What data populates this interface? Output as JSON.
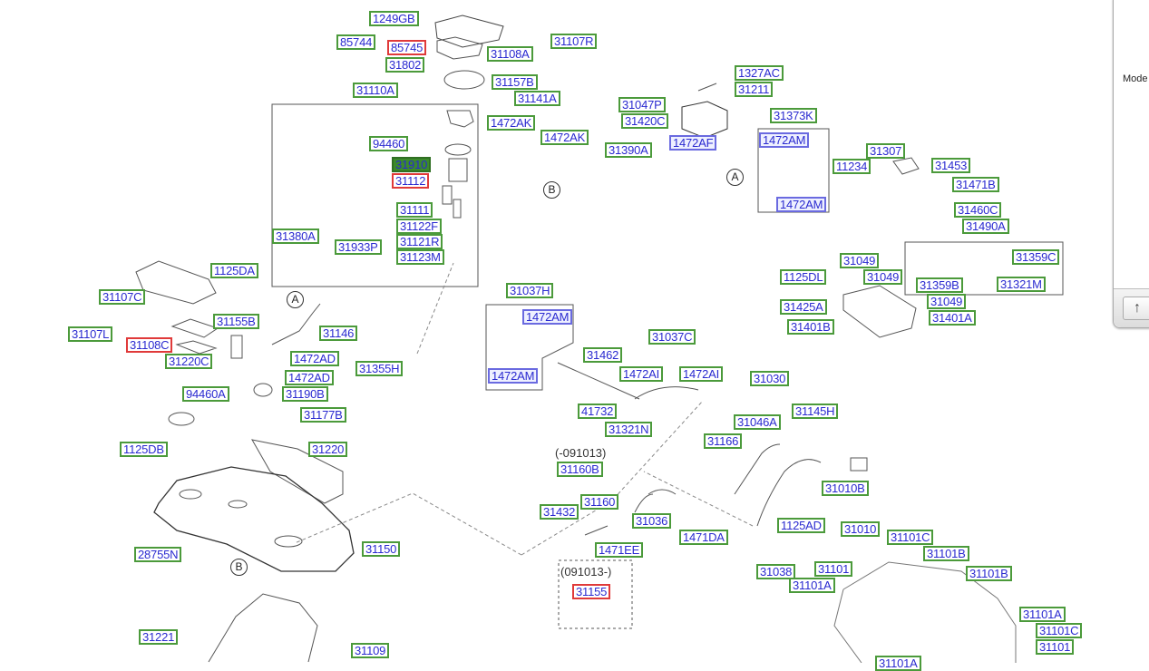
{
  "diagram": {
    "labels": [
      {
        "text": "1249GB",
        "style": "normal"
      },
      {
        "text": "85744",
        "style": "normal"
      },
      {
        "text": "85745",
        "style": "red"
      },
      {
        "text": "31108A",
        "style": "normal"
      },
      {
        "text": "31107R",
        "style": "normal"
      },
      {
        "text": "31802",
        "style": "normal"
      },
      {
        "text": "31157B",
        "style": "normal"
      },
      {
        "text": "31110A",
        "style": "normal"
      },
      {
        "text": "31141A",
        "style": "normal"
      },
      {
        "text": "1472AK",
        "style": "normal"
      },
      {
        "text": "1472AK",
        "style": "normal"
      },
      {
        "text": "94460",
        "style": "normal"
      },
      {
        "text": "31910",
        "style": "selected"
      },
      {
        "text": "31112",
        "style": "red"
      },
      {
        "text": "31111",
        "style": "normal"
      },
      {
        "text": "31380A",
        "style": "normal"
      },
      {
        "text": "31122F",
        "style": "normal"
      },
      {
        "text": "31933P",
        "style": "normal"
      },
      {
        "text": "31121R",
        "style": "normal"
      },
      {
        "text": "31123M",
        "style": "normal"
      },
      {
        "text": "1327AC",
        "style": "normal"
      },
      {
        "text": "31211",
        "style": "normal"
      },
      {
        "text": "31047P",
        "style": "normal"
      },
      {
        "text": "31420C",
        "style": "normal"
      },
      {
        "text": "31373K",
        "style": "normal"
      },
      {
        "text": "1472AF",
        "style": "blue"
      },
      {
        "text": "31390A",
        "style": "normal"
      },
      {
        "text": "1472AM",
        "style": "blue"
      },
      {
        "text": "31307",
        "style": "normal"
      },
      {
        "text": "11234",
        "style": "normal"
      },
      {
        "text": "31453",
        "style": "normal"
      },
      {
        "text": "31471B",
        "style": "normal"
      },
      {
        "text": "1472AM",
        "style": "blue"
      },
      {
        "text": "31460C",
        "style": "normal"
      },
      {
        "text": "31490A",
        "style": "normal"
      },
      {
        "text": "31359C",
        "style": "normal"
      },
      {
        "text": "31049",
        "style": "normal"
      },
      {
        "text": "31049",
        "style": "normal"
      },
      {
        "text": "1125DL",
        "style": "normal"
      },
      {
        "text": "31359B",
        "style": "normal"
      },
      {
        "text": "31321M",
        "style": "normal"
      },
      {
        "text": "31049",
        "style": "normal"
      },
      {
        "text": "31425A",
        "style": "normal"
      },
      {
        "text": "31401A",
        "style": "normal"
      },
      {
        "text": "31401B",
        "style": "normal"
      },
      {
        "text": "1125DA",
        "style": "normal"
      },
      {
        "text": "31107C",
        "style": "normal"
      },
      {
        "text": "31155B",
        "style": "normal"
      },
      {
        "text": "31107L",
        "style": "normal"
      },
      {
        "text": "31146",
        "style": "normal"
      },
      {
        "text": "31108C",
        "style": "red"
      },
      {
        "text": "1472AD",
        "style": "normal"
      },
      {
        "text": "31220C",
        "style": "normal"
      },
      {
        "text": "31355H",
        "style": "normal"
      },
      {
        "text": "1472AD",
        "style": "normal"
      },
      {
        "text": "94460A",
        "style": "normal"
      },
      {
        "text": "31190B",
        "style": "normal"
      },
      {
        "text": "31177B",
        "style": "normal"
      },
      {
        "text": "31220",
        "style": "normal"
      },
      {
        "text": "1125DB",
        "style": "normal"
      },
      {
        "text": "31037H",
        "style": "normal"
      },
      {
        "text": "1472AM",
        "style": "blue"
      },
      {
        "text": "1472AM",
        "style": "blue"
      },
      {
        "text": "31462",
        "style": "normal"
      },
      {
        "text": "31037C",
        "style": "normal"
      },
      {
        "text": "1472AI",
        "style": "normal"
      },
      {
        "text": "1472AI",
        "style": "normal"
      },
      {
        "text": "31030",
        "style": "normal"
      },
      {
        "text": "41732",
        "style": "normal"
      },
      {
        "text": "31321N",
        "style": "normal"
      },
      {
        "text": "31046A",
        "style": "normal"
      },
      {
        "text": "31145H",
        "style": "normal"
      },
      {
        "text": "31166",
        "style": "normal"
      },
      {
        "text": "31160B",
        "style": "normal"
      },
      {
        "text": "31010B",
        "style": "normal"
      },
      {
        "text": "31432",
        "style": "normal"
      },
      {
        "text": "31160",
        "style": "normal"
      },
      {
        "text": "31036",
        "style": "normal"
      },
      {
        "text": "1125AD",
        "style": "normal"
      },
      {
        "text": "31010",
        "style": "normal"
      },
      {
        "text": "1471DA",
        "style": "normal"
      },
      {
        "text": "1471EE",
        "style": "normal"
      },
      {
        "text": "31038",
        "style": "normal"
      },
      {
        "text": "31101",
        "style": "normal"
      },
      {
        "text": "31101C",
        "style": "normal"
      },
      {
        "text": "31101B",
        "style": "normal"
      },
      {
        "text": "31101B",
        "style": "normal"
      },
      {
        "text": "31101A",
        "style": "normal"
      },
      {
        "text": "28755N",
        "style": "normal"
      },
      {
        "text": "31150",
        "style": "normal"
      },
      {
        "text": "31155",
        "style": "red"
      },
      {
        "text": "31101A",
        "style": "normal"
      },
      {
        "text": "31101C",
        "style": "normal"
      },
      {
        "text": "31101",
        "style": "normal"
      },
      {
        "text": "31101A",
        "style": "normal"
      },
      {
        "text": "31221",
        "style": "normal"
      },
      {
        "text": "31109",
        "style": "normal"
      }
    ],
    "notes": [
      "(-091013)",
      "(091013-)"
    ],
    "markers": [
      "A",
      "A",
      "B",
      "B"
    ],
    "colors": {
      "label_text": "#2a2ad0",
      "label_border": "#4b9a3b",
      "highlight_border": "#e03a3a",
      "selected_fill": "#3b8a2b"
    }
  },
  "side_panel": {
    "mode_label": "Mode",
    "up_button": "↑"
  }
}
